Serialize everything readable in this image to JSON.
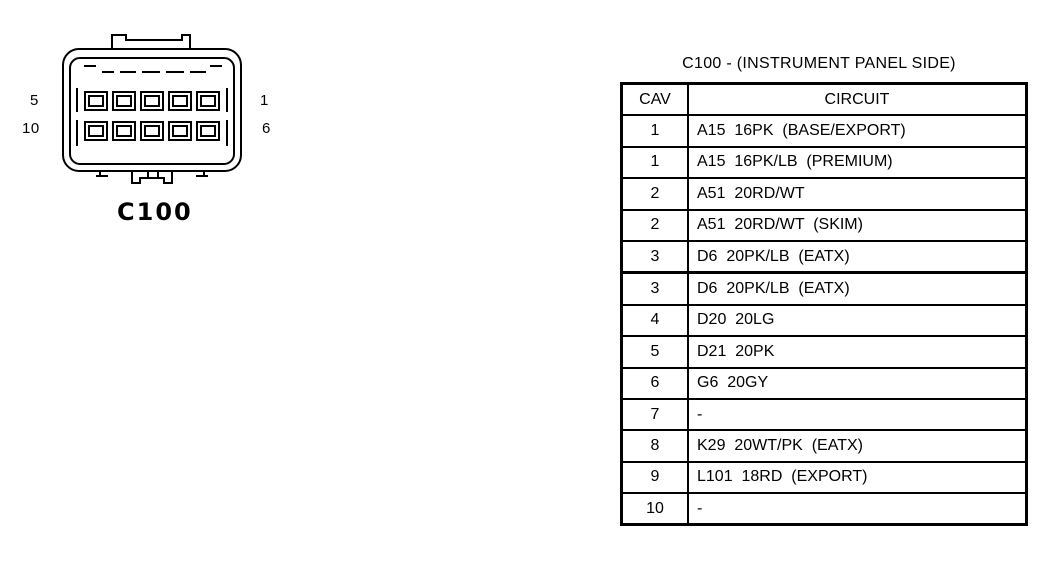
{
  "connector": {
    "name": "C100",
    "pin_labels": {
      "top_left": "5",
      "top_right": "1",
      "bottom_left": "10",
      "bottom_right": "6"
    }
  },
  "table": {
    "title": "C100 - (INSTRUMENT PANEL SIDE)",
    "headers": {
      "cav": "CAV",
      "circuit": "CIRCUIT"
    },
    "rows": [
      {
        "cav": "1",
        "circuit": "A15  16PK  (BASE/EXPORT)"
      },
      {
        "cav": "1",
        "circuit": "A15  16PK/LB  (PREMIUM)"
      },
      {
        "cav": "2",
        "circuit": "A51  20RD/WT"
      },
      {
        "cav": "2",
        "circuit": "A51  20RD/WT  (SKIM)"
      },
      {
        "cav": "3",
        "circuit": "D6  20PK/LB  (EATX)"
      },
      {
        "cav": "3",
        "circuit": "D6  20PK/LB  (EATX)"
      },
      {
        "cav": "4",
        "circuit": "D20  20LG"
      },
      {
        "cav": "5",
        "circuit": "D21  20PK"
      },
      {
        "cav": "6",
        "circuit": "G6  20GY"
      },
      {
        "cav": "7",
        "circuit": "-"
      },
      {
        "cav": "8",
        "circuit": "K29  20WT/PK  (EATX)"
      },
      {
        "cav": "9",
        "circuit": "L101  18RD  (EXPORT)"
      },
      {
        "cav": "10",
        "circuit": "-"
      }
    ]
  }
}
